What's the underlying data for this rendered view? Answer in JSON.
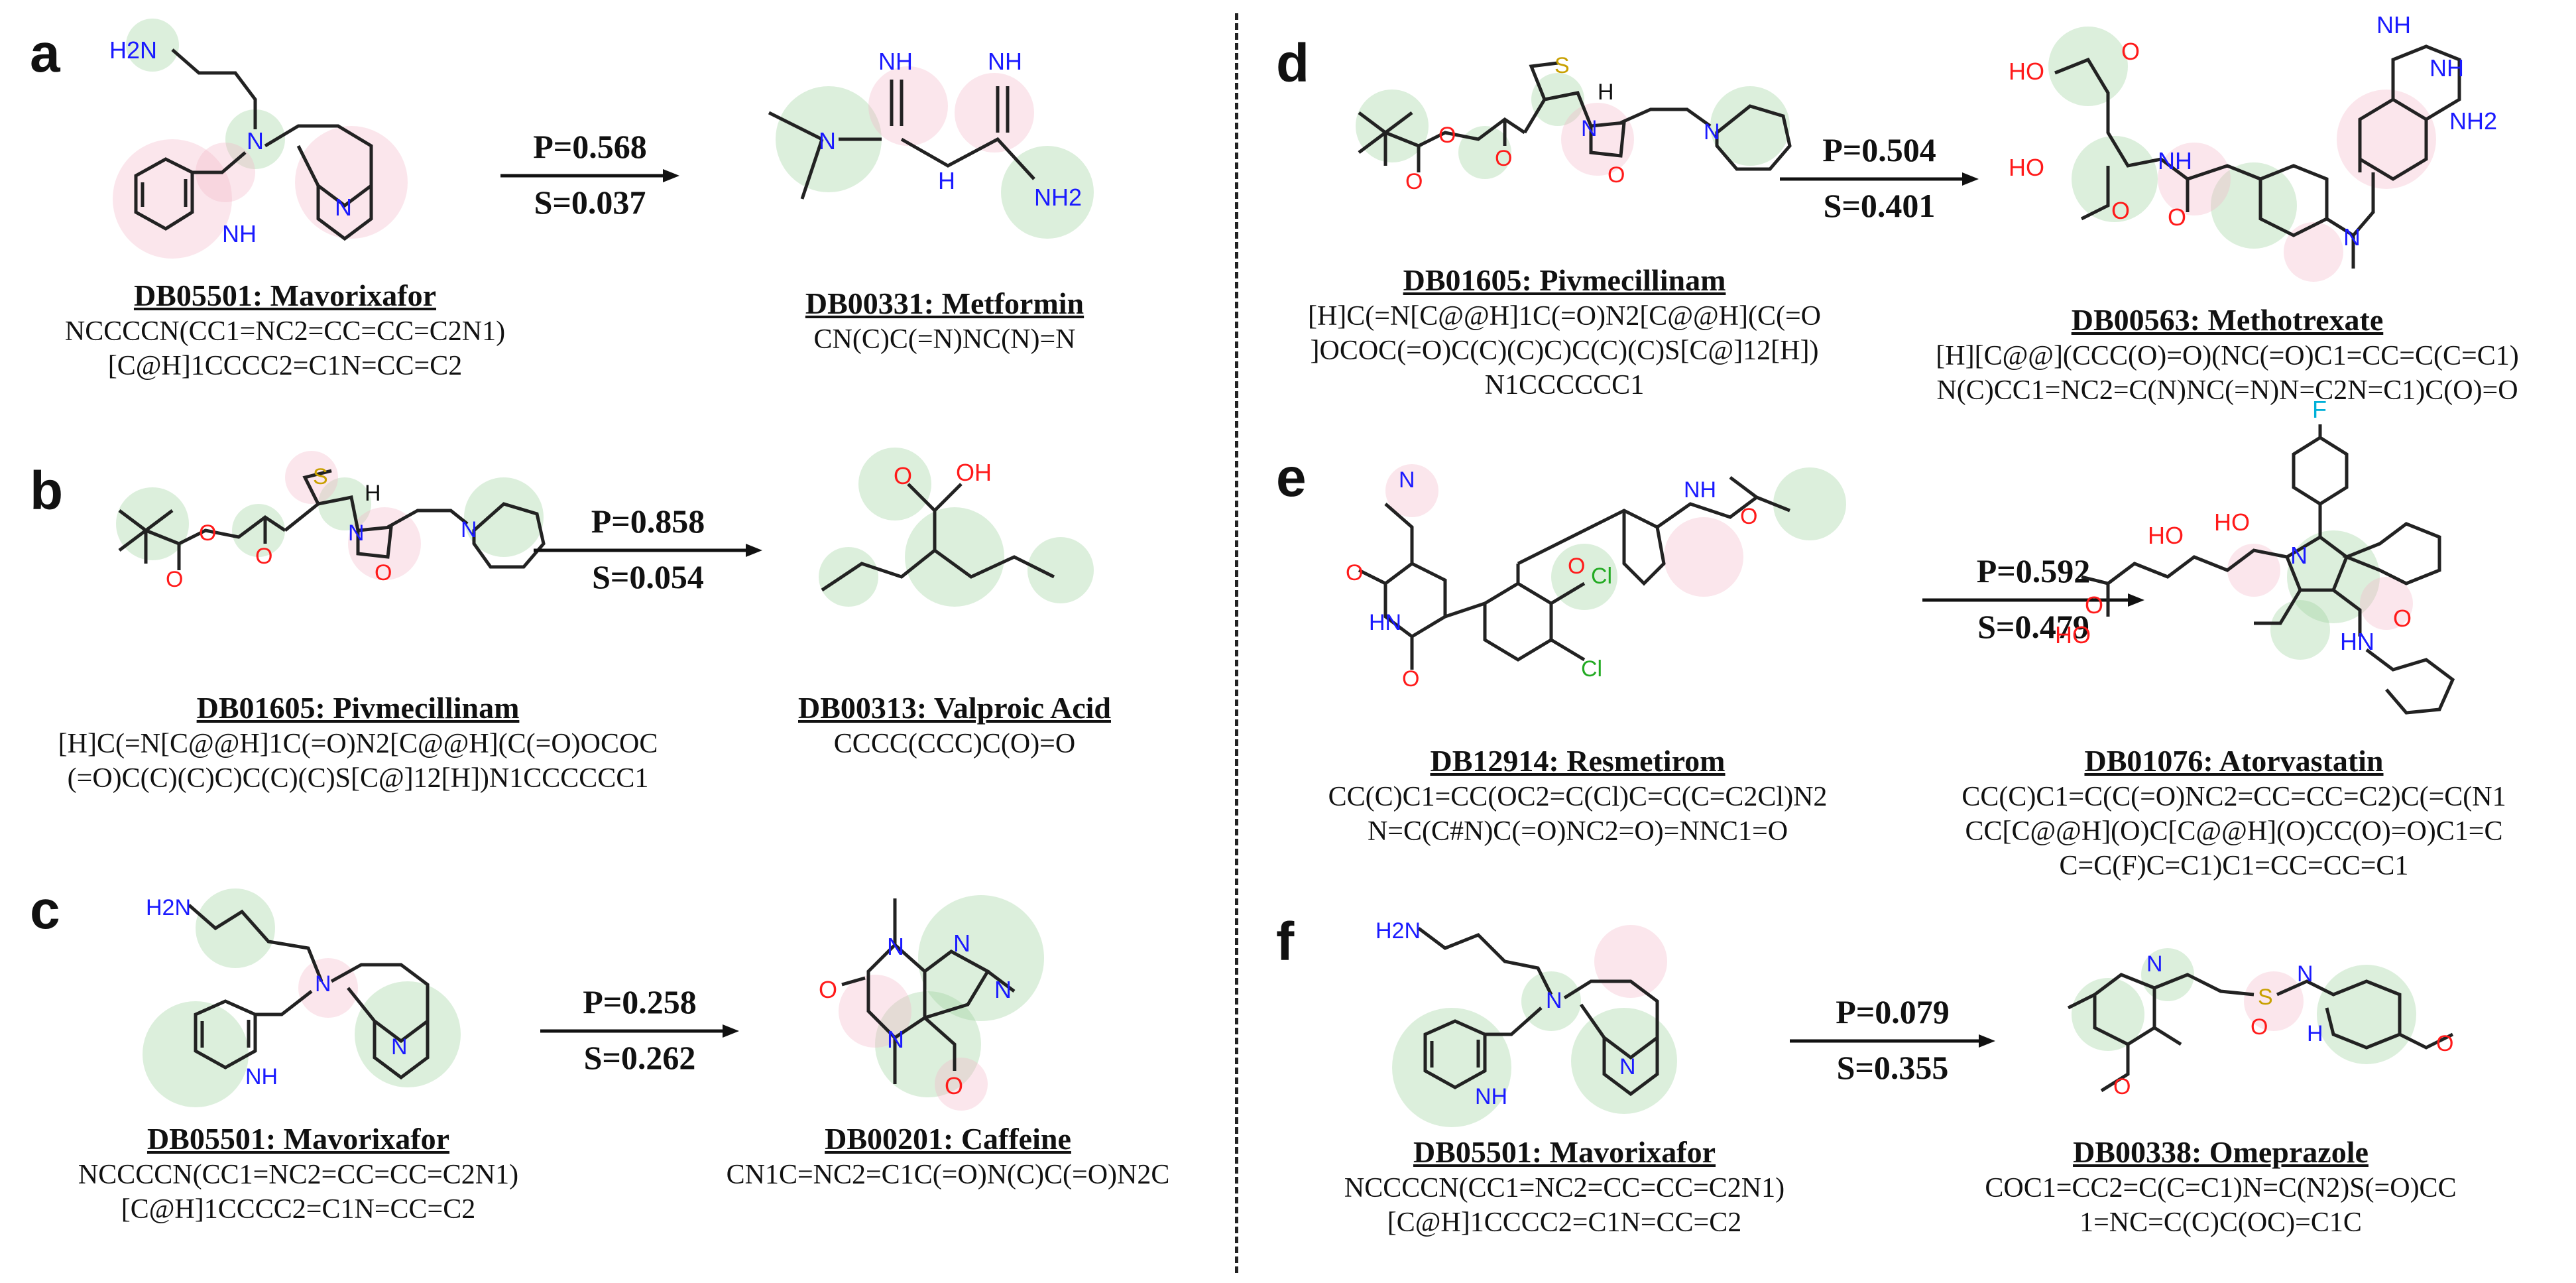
{
  "panels": [
    {
      "label": "a",
      "P": "P=0.568",
      "S": "S=0.037",
      "left": {
        "name": "DB05501: Mavorixafor",
        "smiles": [
          "NCCCCN(CC1=NC2=CC=CC=C2N1)",
          "[C@H]1CCCC2=C1N=CC=C2"
        ],
        "atoms": {
          "nh2": "H2N",
          "n": "N",
          "nh": "NH",
          "n2": "N"
        }
      },
      "right": {
        "name": "DB00331: Metformin",
        "smiles": [
          "CN(C)C(=N)NC(N)=N"
        ],
        "atoms": {
          "nh_a": "NH",
          "nh_b": "NH",
          "n": "N",
          "h": "H",
          "nh2": "NH2"
        }
      }
    },
    {
      "label": "b",
      "P": "P=0.858",
      "S": "S=0.054",
      "left": {
        "name": "DB01605: Pivmecillinam",
        "smiles": [
          "[H]C(=N[C@@H]1C(=O)N2[C@@H](C(=O)OCOC",
          "(=O)C(C)(C)C)C(C)(C)S[C@]12[H])N1CCCCCC1"
        ],
        "atoms": {
          "s": "S",
          "h": "H",
          "n": "N",
          "n2": "N"
        }
      },
      "right": {
        "name": "DB00313: Valproic Acid",
        "smiles": [
          "CCCC(CCC)C(O)=O"
        ],
        "atoms": {
          "oh": "OH",
          "o": "O"
        }
      }
    },
    {
      "label": "c",
      "P": "P=0.258",
      "S": "S=0.262",
      "left": {
        "name": "DB05501: Mavorixafor",
        "smiles": [
          "NCCCCN(CC1=NC2=CC=CC=C2N1)",
          "[C@H]1CCCC2=C1N=CC=C2"
        ],
        "atoms": {
          "nh2": "H2N",
          "n": "N",
          "nh": "NH",
          "n2": "N"
        }
      },
      "right": {
        "name": "DB00201: Caffeine",
        "smiles": [
          "CN1C=NC2=C1C(=O)N(C)C(=O)N2C"
        ],
        "atoms": {
          "n1": "N",
          "n2": "N",
          "n3": "N",
          "n4": "N"
        }
      }
    },
    {
      "label": "d",
      "P": "P=0.504",
      "S": "S=0.401",
      "left": {
        "name": "DB01605: Pivmecillinam",
        "smiles": [
          "[H]C(=N[C@@H]1C(=O)N2[C@@H](C(=O",
          "]OCOC(=O)C(C)(C)C)C(C)(C)S[C@]12[H])",
          "N1CCCCCC1"
        ],
        "atoms": {
          "s": "S",
          "h": "H",
          "n": "N",
          "n2": "N"
        }
      },
      "right": {
        "name": "DB00563: Methotrexate",
        "smiles": [
          "[H][C@@](CCC(O)=O)(NC(=O)C1=CC=C(C=C1)",
          "N(C)CC1=NC2=C(N)NC(=N)N=C2N=C1)C(O)=O"
        ],
        "atoms": {
          "ho1": "HO",
          "ho2": "HO",
          "nh": "NH",
          "nh_top": "NH",
          "nh_ring": "NH",
          "nh2": "NH2",
          "n": "N"
        }
      }
    },
    {
      "label": "e",
      "P": "P=0.592",
      "S": "S=0.479",
      "left": {
        "name": "DB12914: Resmetirom",
        "smiles": [
          "CC(C)C1=CC(OC2=C(Cl)C=C(C=C2Cl)N2",
          "N=C(C#N)C(=O)NC2=O)=NNC1=O"
        ],
        "atoms": {
          "n_cn": "N",
          "hn": "HN",
          "cl1": "Cl",
          "cl2": "Cl",
          "nh": "NH"
        }
      },
      "right": {
        "name": "DB01076: Atorvastatin",
        "smiles": [
          "CC(C)C1=C(C(=O)NC2=CC=CC=C2)C(=C(N1",
          "CC[C@@H](O)C[C@@H](O)CC(O)=O)C1=C",
          "C=C(F)C=C1)C1=CC=CC=C1"
        ],
        "atoms": {
          "f": "F",
          "ho1": "HO",
          "ho2": "HO",
          "ho3": "HO",
          "n": "N",
          "hn": "HN"
        }
      }
    },
    {
      "label": "f",
      "P": "P=0.079",
      "S": "S=0.355",
      "left": {
        "name": "DB05501: Mavorixafor",
        "smiles": [
          "NCCCCN(CC1=NC2=CC=CC=C2N1)",
          "[C@H]1CCCC2=C1N=CC=C2"
        ],
        "atoms": {
          "nh2": "H2N",
          "n": "N",
          "nh": "NH",
          "n2": "N"
        }
      },
      "right": {
        "name": "DB00338: Omeprazole",
        "smiles": [
          "COC1=CC2=C(C=C1)N=C(N2)S(=O)CC",
          "1=NC=C(C)C(OC)=C1C"
        ],
        "atoms": {
          "n": "N",
          "s": "S",
          "nh": "H",
          "n2": "N"
        }
      }
    }
  ]
}
